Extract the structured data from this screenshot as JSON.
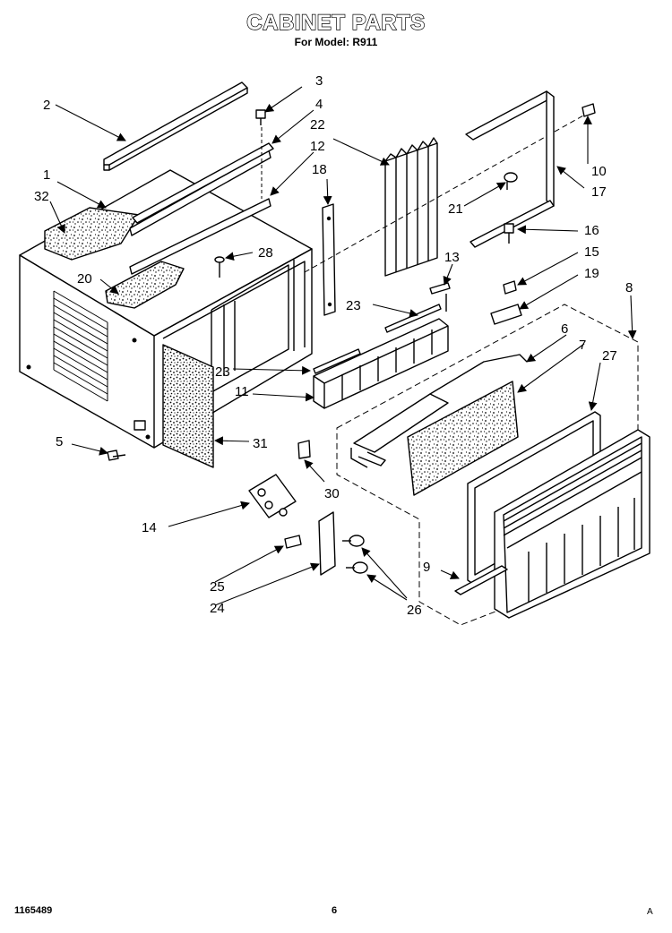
{
  "header": {
    "title": "CABINET PARTS",
    "subtitle": "For Model: R911"
  },
  "callouts": [
    "1",
    "2",
    "3",
    "4",
    "5",
    "6",
    "7",
    "8",
    "9",
    "10",
    "11",
    "12",
    "13",
    "14",
    "15",
    "16",
    "17",
    "18",
    "19",
    "20",
    "21",
    "22",
    "23",
    "23",
    "24",
    "25",
    "26",
    "27",
    "28",
    "30",
    "31",
    "32"
  ],
  "footer": {
    "doc_number": "1165489",
    "page_number": "6",
    "corner_mark": "A"
  }
}
